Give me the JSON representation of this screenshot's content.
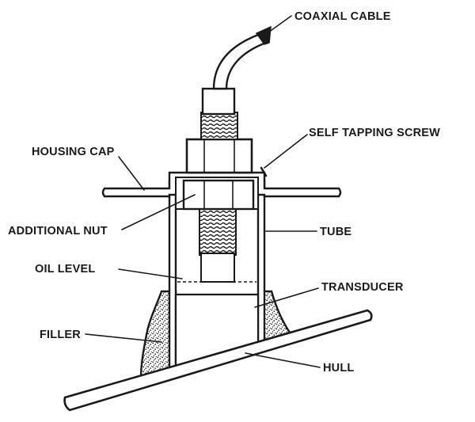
{
  "labels": {
    "coaxial_cable": "COAXIAL CABLE",
    "self_tapping_screw": "SELF TAPPING SCREW",
    "housing_cap": "HOUSING CAP",
    "additional_nut": "ADDITIONAL NUT",
    "tube": "TUBE",
    "oil_level": "OIL LEVEL",
    "transducer": "TRANSDUCER",
    "filler": "FILLER",
    "hull": "HULL"
  },
  "colors": {
    "ink": "#1a1a1a",
    "background": "#ffffff"
  }
}
